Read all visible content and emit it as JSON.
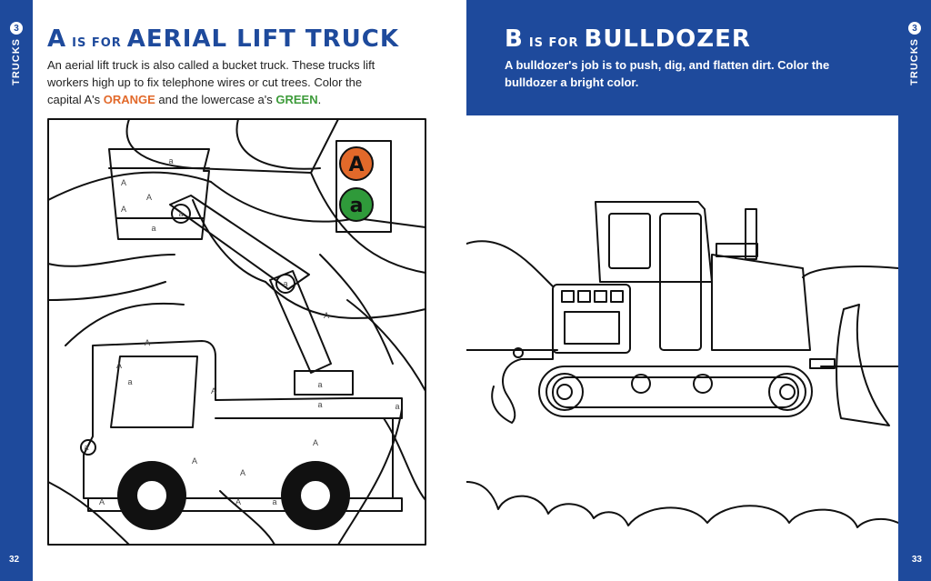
{
  "chapter": {
    "number": "3",
    "label": "TRUCKS"
  },
  "left_page": {
    "page_number": "32",
    "title_letter": "A",
    "title_connector": "IS FOR",
    "title_subject": "AERIAL LIFT TRUCK",
    "intro_before": "An aerial lift truck is also called a bucket truck. These trucks lift workers high up to fix telephone wires or cut trees. Color the capital A's ",
    "intro_color1": "ORANGE",
    "intro_middle": " and the lowercase a's ",
    "intro_color2": "GREEN",
    "intro_end": ".",
    "key": {
      "upper": "A",
      "lower": "a",
      "upper_color": "#e2692a",
      "lower_color": "#2f9a3a"
    },
    "puzzle_letters": [
      "a",
      "A",
      "A",
      "A",
      "a",
      "a",
      "a",
      "A",
      "A",
      "a",
      "A",
      "A",
      "a",
      "A",
      "A",
      "a",
      "A",
      "a",
      "a",
      "A",
      "A",
      "a"
    ]
  },
  "right_page": {
    "page_number": "33",
    "title_letter": "B",
    "title_connector": "IS FOR",
    "title_subject": "BULLDOZER",
    "intro": "A bulldozer's job is to push, dig, and flatten dirt. Color the bulldozer a bright color."
  },
  "colors": {
    "brand_blue": "#1e4a9c",
    "orange": "#e2692a",
    "green": "#3d9b3a"
  }
}
